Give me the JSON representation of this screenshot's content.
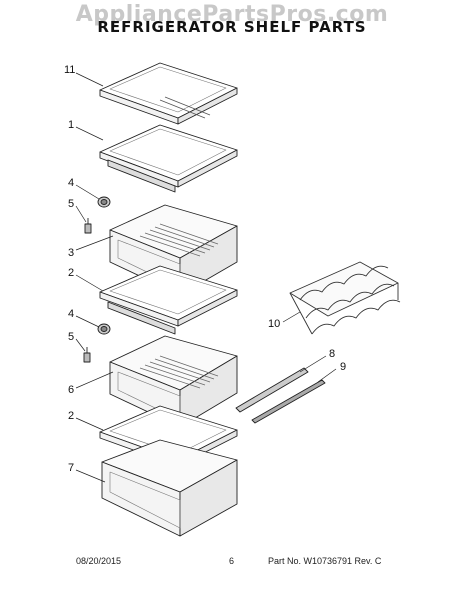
{
  "watermark": "AppliancePartsPros.com",
  "title": "REFRIGERATOR SHELF PARTS",
  "callouts": {
    "c11": "11",
    "c1": "1",
    "c4a": "4",
    "c5a": "5",
    "c3": "3",
    "c2a": "2",
    "c4b": "4",
    "c5b": "5",
    "c6": "6",
    "c2b": "2",
    "c7": "7",
    "c10": "10",
    "c8": "8",
    "c9": "9"
  },
  "footer": {
    "date": "08/20/2015",
    "page": "6",
    "part": "Part No. W10736791  Rev. C"
  }
}
